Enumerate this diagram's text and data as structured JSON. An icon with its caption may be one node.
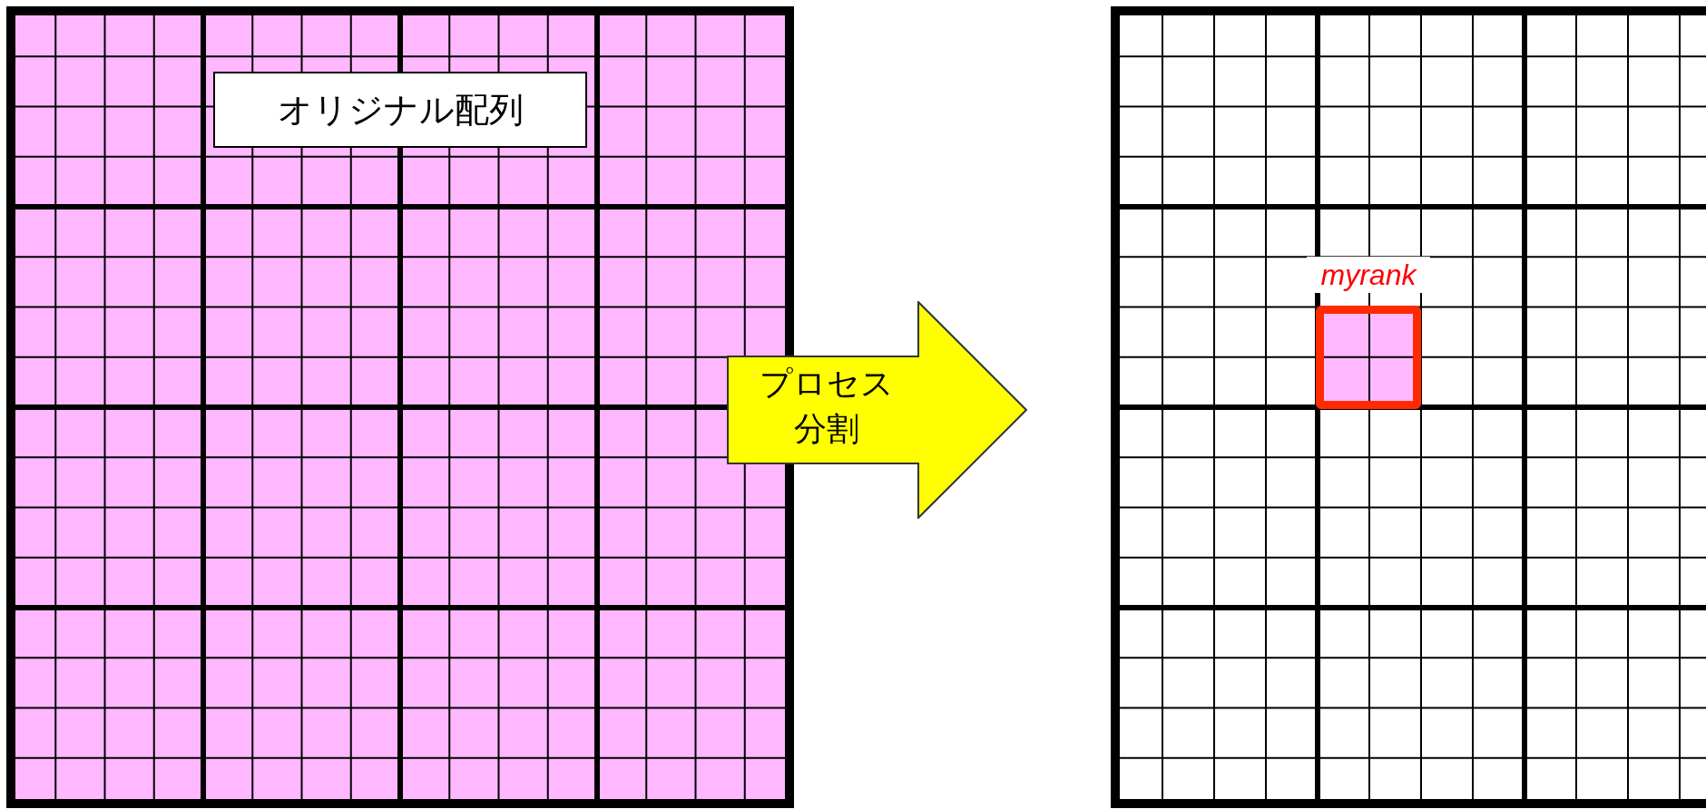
{
  "diagram": {
    "nodes": [
      {
        "text": [
          "オリジナル配列"
        ]
      },
      {
        "text": [
          "プロセス分割"
        ]
      },
      {
        "text": [],
        "shape": "box",
        "beside": [
          "myrank"
        ]
      }
    ]
  }
}
